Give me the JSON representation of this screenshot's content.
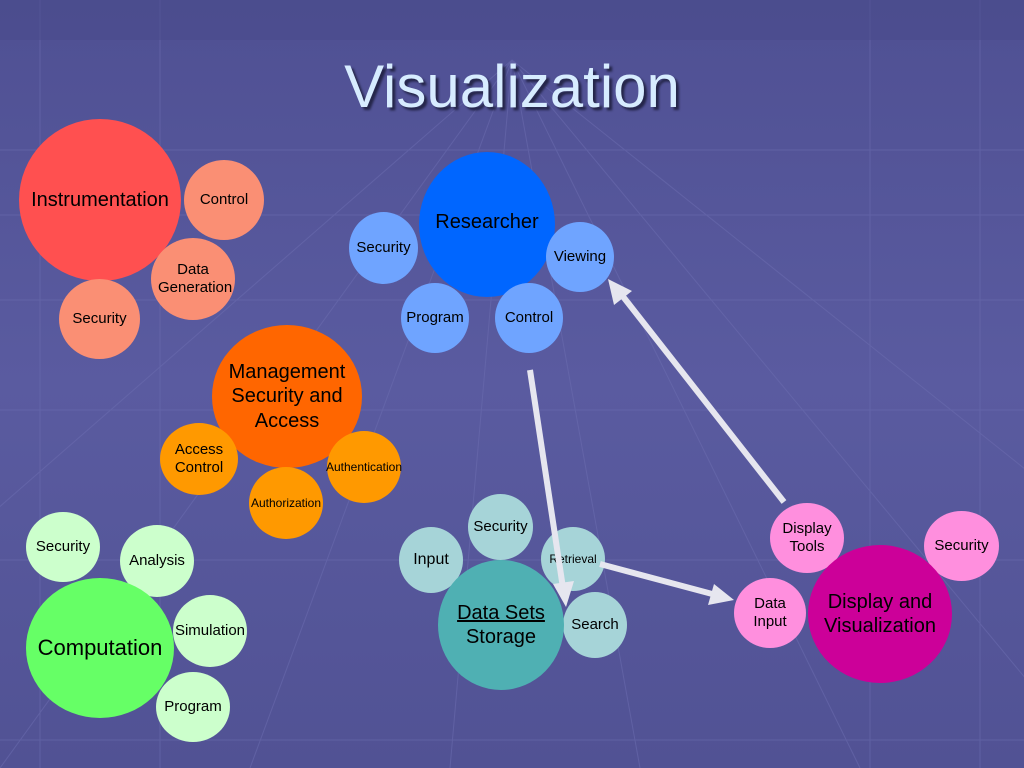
{
  "title": "Visualization",
  "clusters": {
    "instrumentation": {
      "main": "Instrumentation",
      "control": "Control",
      "data_generation": "Data Generation",
      "security": "Security"
    },
    "researcher": {
      "main": "Researcher",
      "security": "Security",
      "viewing": "Viewing",
      "program": "Program",
      "control": "Control"
    },
    "management": {
      "main": "Management Security and Access",
      "access_control": "Access Control",
      "authentication": "Authentication",
      "authorization": "Authorization"
    },
    "computation": {
      "main": "Computation",
      "security": "Security",
      "analysis": "Analysis",
      "simulation": "Simulation",
      "program": "Program"
    },
    "data_sets": {
      "main_line1": "Data Sets",
      "main_line2": "Storage",
      "security": "Security",
      "input": "Input",
      "retrieval": "Retrieval",
      "search": "Search"
    },
    "display": {
      "main": "Display and Visualization",
      "display_tools": "Display Tools",
      "security": "Security",
      "data_input": "Data Input"
    }
  },
  "colors": {
    "background": "#56579a",
    "instrumentation": "#ff5050",
    "instrumentation_sub": "#fa8f74",
    "researcher": "#0066ff",
    "researcher_sub": "#6fa4ff",
    "management": "#ff6600",
    "management_sub": "#ff9900",
    "computation": "#66ff66",
    "computation_sub": "#ccffcc",
    "data_sets": "#4fb0b3",
    "data_sets_sub": "#a6d4d8",
    "display": "#cc0099",
    "display_sub": "#ff8fde",
    "arrow": "#e6e6ef"
  }
}
